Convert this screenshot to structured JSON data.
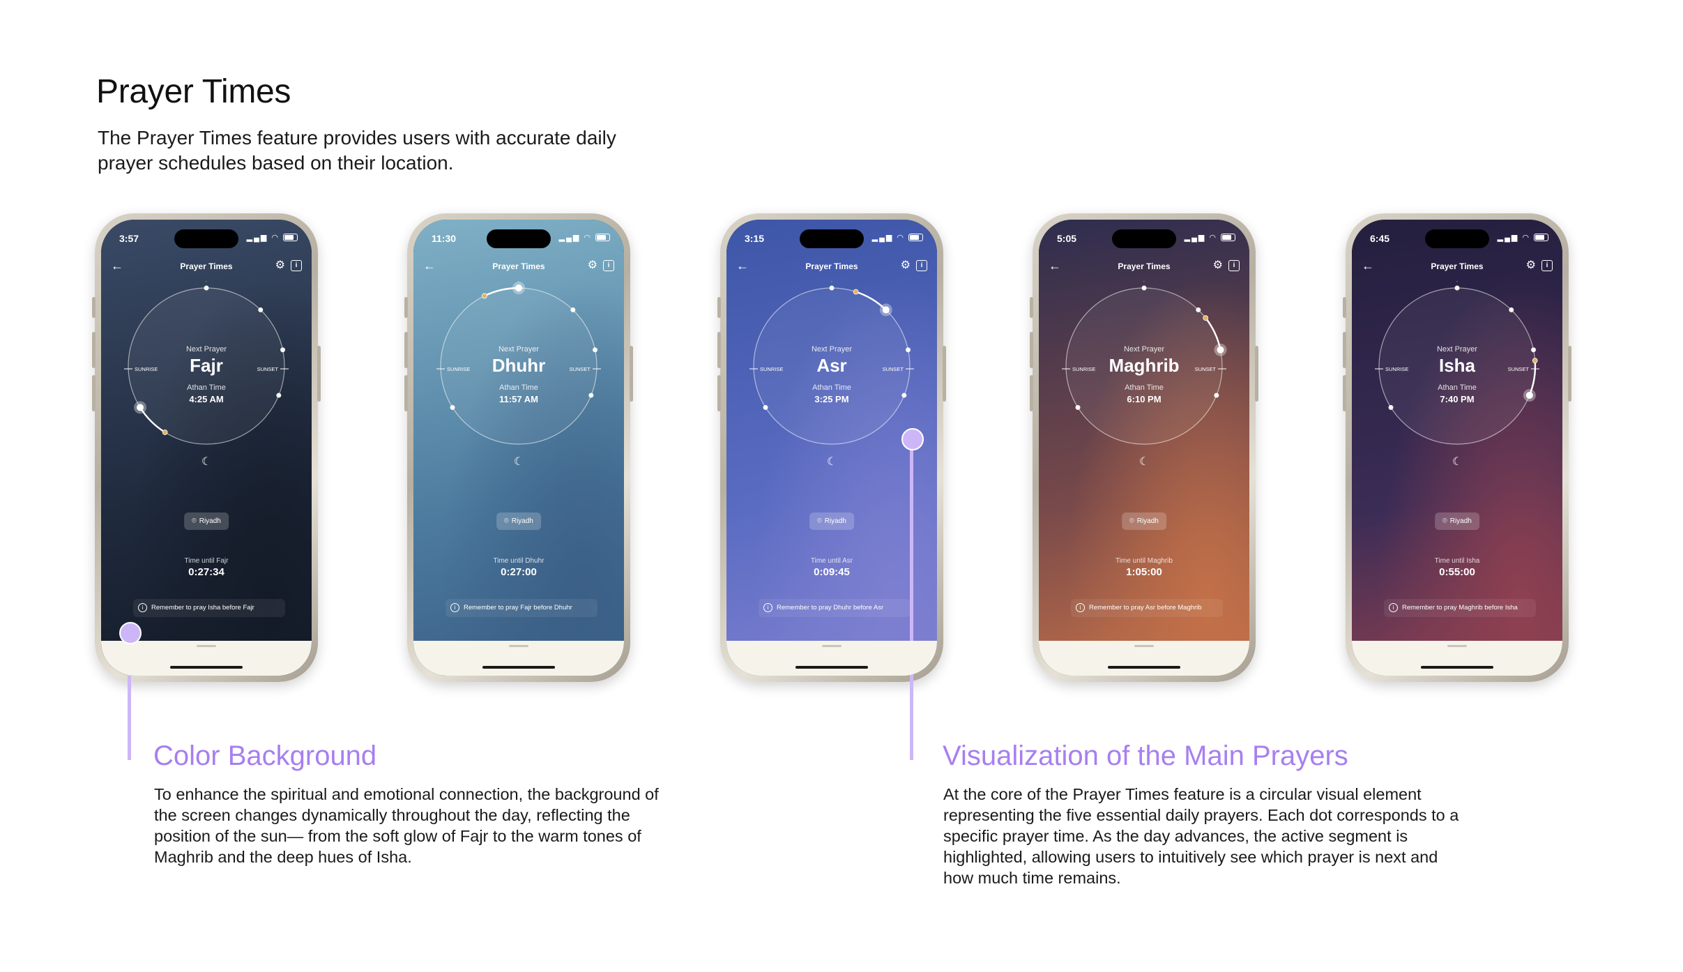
{
  "page": {
    "title": "Prayer Times",
    "description": "The Prayer Times feature provides users with accurate daily prayer schedules based on their location."
  },
  "colors": {
    "accent": "#a77ff0",
    "callout": "#cdb6f7",
    "sheet": "#f6f3ea"
  },
  "common": {
    "nav_title": "Prayer Times",
    "back_icon": "back-arrow-icon",
    "settings_icon": "gear-icon",
    "info_icon": "info-icon",
    "next_prayer_label": "Next Prayer",
    "athan_label": "Athan Time",
    "sunrise_label": "SUNRISE",
    "sunset_label": "SUNSET",
    "location": "Riyadh"
  },
  "phones": [
    {
      "status_time": "3:57",
      "prayer": "Fajr",
      "athan": "4:25 AM",
      "until_label": "Time until Fajr",
      "until": "0:27:34",
      "reminder": "Remember to pray Isha before Fajr",
      "bg": [
        "#3a4a66",
        "#1f2a3d",
        "#141b28"
      ],
      "progress": 0.62
    },
    {
      "status_time": "11:30",
      "prayer": "Dhuhr",
      "athan": "11:57 AM",
      "until_label": "Time until Dhuhr",
      "until": "0:27:00",
      "reminder": "Remember to pray Fajr before Dhuhr",
      "bg": [
        "#7fb0c6",
        "#4d7c9f",
        "#3b5f86"
      ],
      "progress": 0.0
    },
    {
      "status_time": "3:15",
      "prayer": "Asr",
      "athan": "3:25 PM",
      "until_label": "Time until Asr",
      "until": "0:09:45",
      "reminder": "Remember to pray Dhuhr before Asr",
      "bg": [
        "#3e56a8",
        "#5a6cc2",
        "#7d7fd0"
      ],
      "progress": 0.12
    },
    {
      "status_time": "5:05",
      "prayer": "Maghrib",
      "athan": "6:10 PM",
      "until_label": "Time until Maghrib",
      "until": "1:05:00",
      "reminder": "Remember to pray Asr before Maghrib",
      "bg": [
        "#2e2d4e",
        "#7a4a4a",
        "#c27048"
      ],
      "progress": 0.2
    },
    {
      "status_time": "6:45",
      "prayer": "Isha",
      "athan": "7:40 PM",
      "until_label": "Time until Isha",
      "until": "0:55:00",
      "reminder": "Remember to pray Maghrib before Isha",
      "bg": [
        "#241f3e",
        "#3b2c56",
        "#8e4050"
      ],
      "progress": 0.35
    }
  ],
  "sections": {
    "color_background": {
      "title": "Color Background",
      "body": "To enhance the spiritual and emotional connection, the background of the screen changes dynamically throughout the day, reflecting the position of the sun— from the soft glow of Fajr to the warm tones of Maghrib and the deep hues of Isha."
    },
    "visualization": {
      "title": "Visualization of the Main Prayers",
      "body": "At the core of the Prayer Times feature is a circular visual element representing the five essential daily prayers. Each dot corresponds to a specific prayer time. As the day advances, the active segment is highlighted, allowing users to intuitively see which prayer is next and how much time remains."
    }
  }
}
